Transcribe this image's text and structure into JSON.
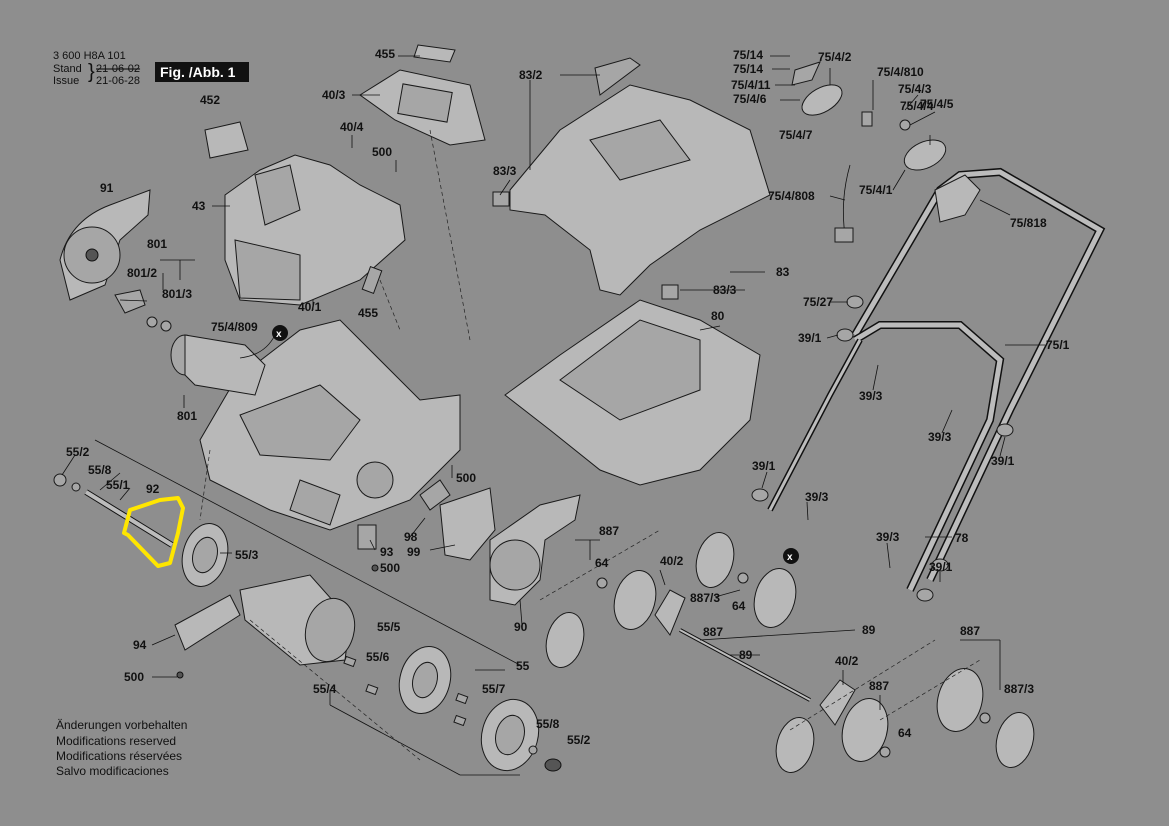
{
  "header": {
    "doc_number": "3 600 H8A 101",
    "stand_label": "Stand",
    "issue_label": "Issue",
    "stand_date": "21-06-02",
    "issue_date": "21-06-28",
    "figure_label": "Fig. /Abb. 1"
  },
  "notes": [
    "Änderungen vorbehalten",
    "Modifications reserved",
    "Modifications réservées",
    "Salvo modificaciones"
  ],
  "highlight_color": "#ffe600",
  "parts": [
    {
      "id": "p455a",
      "text": "455"
    },
    {
      "id": "p452",
      "text": "452"
    },
    {
      "id": "p40_3",
      "text": "40/3"
    },
    {
      "id": "p40_4",
      "text": "40/4"
    },
    {
      "id": "p500a",
      "text": "500"
    },
    {
      "id": "p91",
      "text": "91"
    },
    {
      "id": "p43",
      "text": "43"
    },
    {
      "id": "p801a",
      "text": "801"
    },
    {
      "id": "p801_2",
      "text": "801/2"
    },
    {
      "id": "p801_3",
      "text": "801/3"
    },
    {
      "id": "p40_1",
      "text": "40/1"
    },
    {
      "id": "p455b",
      "text": "455"
    },
    {
      "id": "p75_4_809",
      "text": "75/4/809"
    },
    {
      "id": "p801b",
      "text": "801"
    },
    {
      "id": "p55_2a",
      "text": "55/2"
    },
    {
      "id": "p55_8a",
      "text": "55/8"
    },
    {
      "id": "p55_1",
      "text": "55/1"
    },
    {
      "id": "p92",
      "text": "92"
    },
    {
      "id": "p55_3",
      "text": "55/3"
    },
    {
      "id": "p94",
      "text": "94"
    },
    {
      "id": "p500b",
      "text": "500"
    },
    {
      "id": "p55_5",
      "text": "55/5"
    },
    {
      "id": "p55_6",
      "text": "55/6"
    },
    {
      "id": "p55_4",
      "text": "55/4"
    },
    {
      "id": "p55",
      "text": "55"
    },
    {
      "id": "p55_7",
      "text": "55/7"
    },
    {
      "id": "p55_8b",
      "text": "55/8"
    },
    {
      "id": "p55_2b",
      "text": "55/2"
    },
    {
      "id": "p500c",
      "text": "500"
    },
    {
      "id": "p98",
      "text": "98"
    },
    {
      "id": "p93",
      "text": "93"
    },
    {
      "id": "p99",
      "text": "99"
    },
    {
      "id": "p500d",
      "text": "500"
    },
    {
      "id": "p90",
      "text": "90"
    },
    {
      "id": "p887a",
      "text": "887"
    },
    {
      "id": "p64a",
      "text": "64"
    },
    {
      "id": "p40_2a",
      "text": "40/2"
    },
    {
      "id": "p887_3a",
      "text": "887/3"
    },
    {
      "id": "p887b",
      "text": "887"
    },
    {
      "id": "p64b",
      "text": "64"
    },
    {
      "id": "p89a",
      "text": "89"
    },
    {
      "id": "p89b",
      "text": "89"
    },
    {
      "id": "p40_2b",
      "text": "40/2"
    },
    {
      "id": "p887c",
      "text": "887"
    },
    {
      "id": "p64c",
      "text": "64"
    },
    {
      "id": "p887d",
      "text": "887"
    },
    {
      "id": "p887_3b",
      "text": "887/3"
    },
    {
      "id": "p83_2",
      "text": "83/2"
    },
    {
      "id": "p83_3a",
      "text": "83/3"
    },
    {
      "id": "p83",
      "text": "83"
    },
    {
      "id": "p83_3b",
      "text": "83/3"
    },
    {
      "id": "p80",
      "text": "80"
    },
    {
      "id": "p75_14a",
      "text": "75/14"
    },
    {
      "id": "p75_4_2",
      "text": "75/4/2"
    },
    {
      "id": "p75_14b",
      "text": "75/14"
    },
    {
      "id": "p75_4_11",
      "text": "75/4/11"
    },
    {
      "id": "p75_4_6",
      "text": "75/4/6"
    },
    {
      "id": "p75_4_810",
      "text": "75/4/810"
    },
    {
      "id": "p75_4_3",
      "text": "75/4/3"
    },
    {
      "id": "p75_4_4",
      "text": "75/4/4"
    },
    {
      "id": "p75_4_5",
      "text": "75/4/5"
    },
    {
      "id": "p75_4_7",
      "text": "75/4/7"
    },
    {
      "id": "p75_4_1",
      "text": "75/4/1"
    },
    {
      "id": "p75_4_808",
      "text": "75/4/808"
    },
    {
      "id": "p75_818",
      "text": "75/818"
    },
    {
      "id": "p75_27",
      "text": "75/27"
    },
    {
      "id": "p39_1a",
      "text": "39/1"
    },
    {
      "id": "p75_1",
      "text": "75/1"
    },
    {
      "id": "p39_3a",
      "text": "39/3"
    },
    {
      "id": "p39_3b",
      "text": "39/3"
    },
    {
      "id": "p39_1b",
      "text": "39/1"
    },
    {
      "id": "p39_1c",
      "text": "39/1"
    },
    {
      "id": "p39_3c",
      "text": "39/3"
    },
    {
      "id": "p39_3d",
      "text": "39/3"
    },
    {
      "id": "p78",
      "text": "78"
    },
    {
      "id": "p39_1d",
      "text": "39/1"
    }
  ]
}
